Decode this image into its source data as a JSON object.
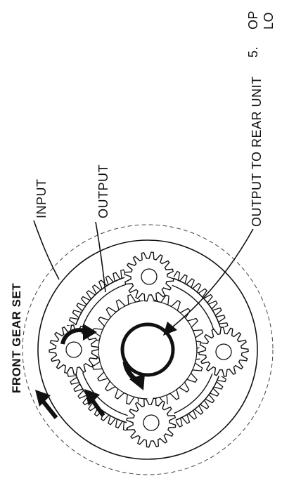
{
  "title": "FRONT GEAR SET",
  "labels": {
    "input": "INPUT",
    "output": "OUTPUT",
    "output_to_rear": "OUTPUT TO REAR UNIT"
  },
  "step_text": {
    "number": "5.",
    "line1": "OP",
    "line2": "LO"
  },
  "colors": {
    "ink": "#111111",
    "paper": "#ffffff"
  }
}
